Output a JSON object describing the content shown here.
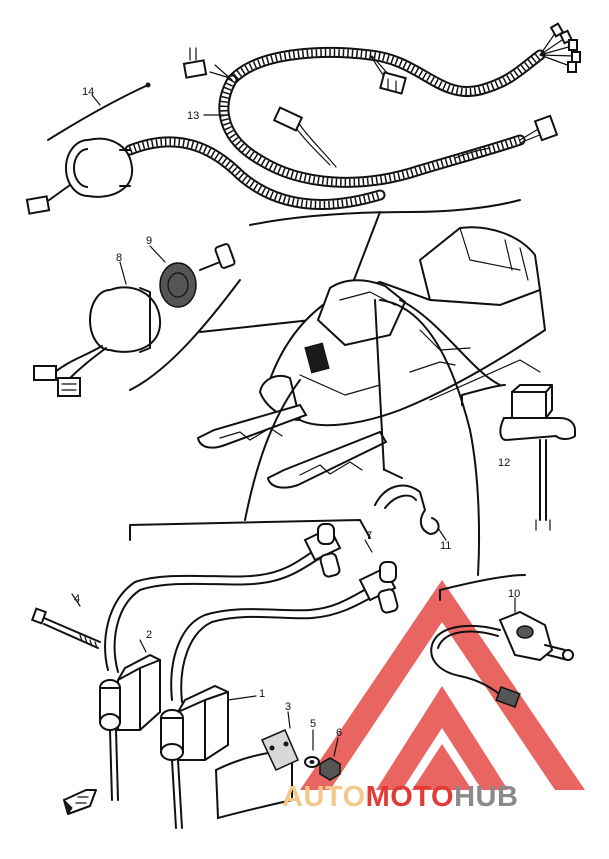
{
  "callouts": {
    "c1": "1",
    "c2": "2",
    "c3": "3",
    "c4": "4",
    "c5": "5",
    "c6": "6",
    "c7": "7",
    "c8": "8",
    "c9": "9",
    "c10": "10",
    "c11": "11",
    "c12": "12",
    "c13": "13",
    "c14": "14"
  },
  "watermark": {
    "part_auto": "AUTO",
    "part_moto": "MOTO",
    "part_hub": "HUB",
    "color_auto": "#f3c98a",
    "color_moto": "#e23a35",
    "color_hub": "#8a8a8a"
  }
}
